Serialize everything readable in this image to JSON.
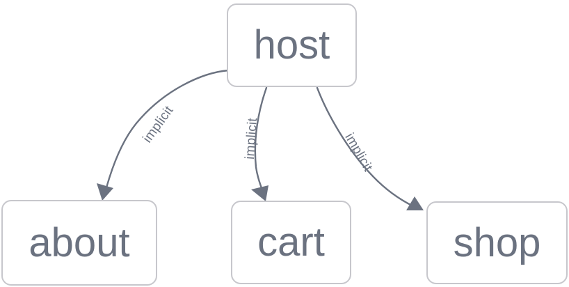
{
  "diagram": {
    "type": "directed-graph",
    "background_color": "#ffffff",
    "node_border_color": "#c7c7cc",
    "node_fill_color": "#ffffff",
    "text_color": "#6b7280",
    "edge_color": "#6b7280",
    "nodes": [
      {
        "id": "host",
        "label": "host"
      },
      {
        "id": "about",
        "label": "about"
      },
      {
        "id": "cart",
        "label": "cart"
      },
      {
        "id": "shop",
        "label": "shop"
      }
    ],
    "edges": [
      {
        "from": "host",
        "to": "about",
        "label": "implicit"
      },
      {
        "from": "host",
        "to": "cart",
        "label": "implicit"
      },
      {
        "from": "host",
        "to": "shop",
        "label": "implicit"
      }
    ]
  }
}
